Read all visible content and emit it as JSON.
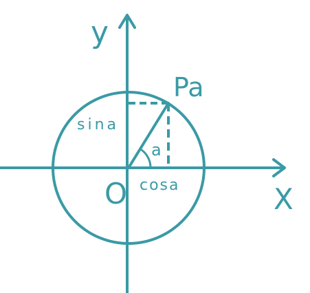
{
  "colors": {
    "stroke": "#3a9aa5",
    "background": "#ffffff"
  },
  "labels": {
    "y_axis": "y",
    "x_axis": "X",
    "origin": "O",
    "point": "Pa",
    "sine": "sina",
    "cosine": "cosa",
    "angle": "a"
  }
}
